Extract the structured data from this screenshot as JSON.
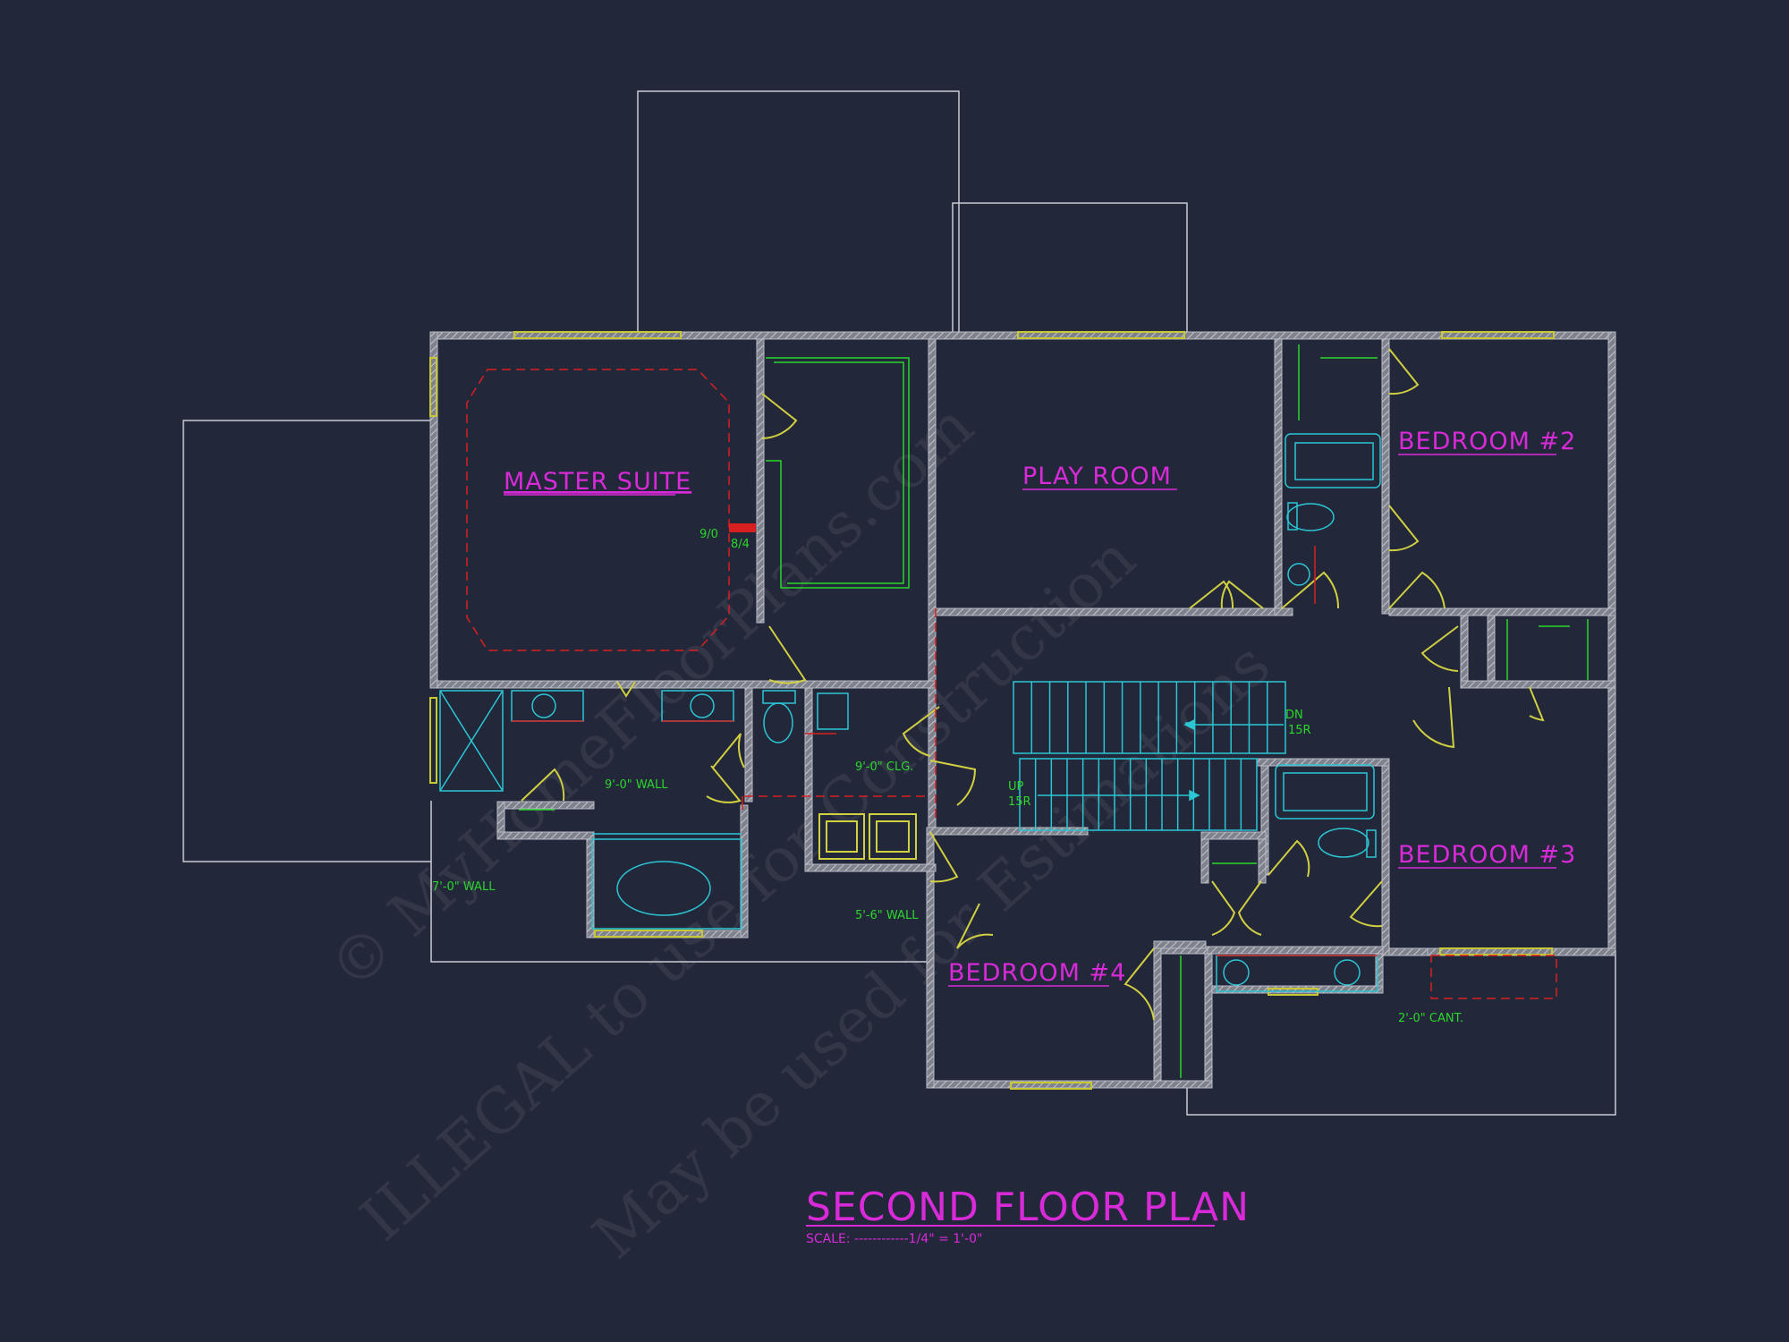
{
  "title": "SECOND FLOOR PLAN",
  "scale": "SCALE: ------------1/4\" = 1'-0\"",
  "rooms": {
    "master_suite": "MASTER SUITE",
    "play_room": "PLAY ROOM",
    "bedroom2": "BEDROOM #2",
    "bedroom3": "BEDROOM #3",
    "bedroom4": "BEDROOM #4"
  },
  "notes": {
    "tray_a": "9/0",
    "tray_b": "8/4",
    "wall_9": "9'-0\" WALL",
    "clg_9": "9'-0\" CLG.",
    "wall_7": "7'-0\" WALL",
    "wall_56": "5'-6\" WALL",
    "cant": "2'-0\" CANT.",
    "dn": "DN",
    "dn_risers": "15R",
    "up": "UP",
    "up_risers": "15R"
  },
  "watermark": {
    "line1": "© MyHomeFloorPlans.com",
    "line2": "ILLEGAL to use for Construction",
    "line3": "May be used for Estimations"
  },
  "colors": {
    "background": "#23273a",
    "wall": "#9a9ca8",
    "window": "#c8c832",
    "door": "#d0d040",
    "fixture": "#2bc6d4",
    "closet_shelf": "#2bd62b",
    "dashed_red": "#d82020",
    "label": "#d92ad9",
    "note": "#2bd62b"
  }
}
